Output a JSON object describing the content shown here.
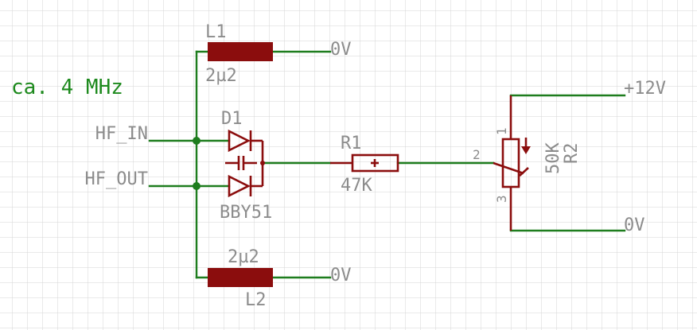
{
  "note": "ca. 4 MHz",
  "nets": {
    "hf_in": "HF_IN",
    "hf_out": "HF_OUT",
    "gnd": "0V",
    "vcc": "+12V"
  },
  "L1": {
    "name": "L1",
    "value": "2µ2"
  },
  "L2": {
    "name": "L2",
    "value": "2µ2"
  },
  "D1": {
    "name": "D1",
    "value": "BBY51"
  },
  "R1": {
    "name": "R1",
    "value": "47K"
  },
  "R2": {
    "name": "R2",
    "value": "50K",
    "pin1": "1",
    "pin2": "2",
    "pin3": "3"
  },
  "colors": {
    "wire": "#1e7d1e",
    "component": "#8b0d0d",
    "label": "#8c8c8c",
    "note": "#1e8a1e",
    "grid": "#d6d6d6"
  }
}
